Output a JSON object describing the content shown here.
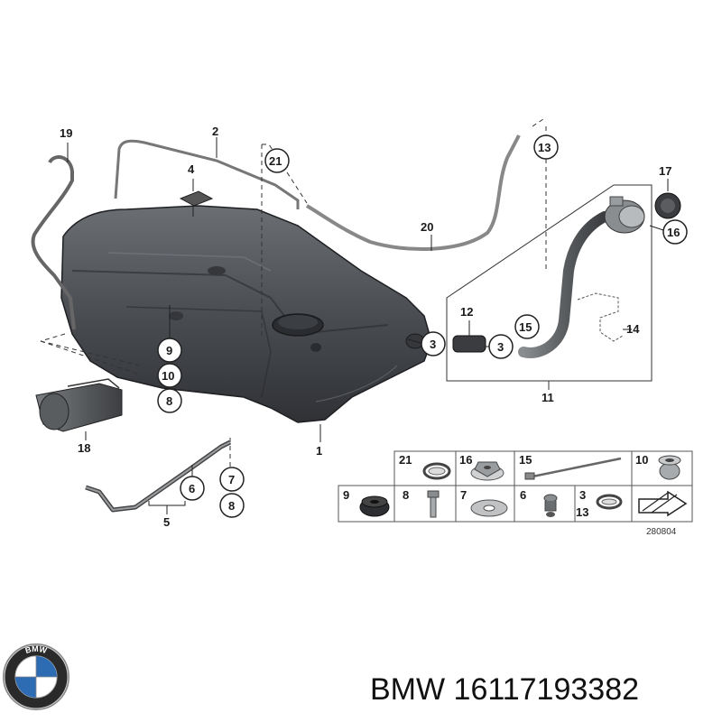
{
  "callouts": {
    "c1": "1",
    "c2": "2",
    "c3": "3",
    "c3b": "3",
    "c4": "4",
    "c5": "5",
    "c6": "6",
    "c7": "7",
    "c8": "8",
    "c8b": "8",
    "c9": "9",
    "c10": "10",
    "c11": "11",
    "c12": "12",
    "c13": "13",
    "c14": "14",
    "c15": "15",
    "c16": "16",
    "c17": "17",
    "c18": "18",
    "c19": "19",
    "c20": "20",
    "c21": "21"
  },
  "legend": {
    "row1": [
      "21",
      "16",
      "15",
      "10"
    ],
    "row2": [
      "9",
      "8",
      "7",
      "6",
      "3",
      "13"
    ],
    "ref": "280804"
  },
  "footer": {
    "part_text": "BMW 16117193382",
    "logo_text": "BMW"
  },
  "colors": {
    "tank": "#4a4d52",
    "line": "#222222",
    "blue": "#2d6bb3"
  }
}
